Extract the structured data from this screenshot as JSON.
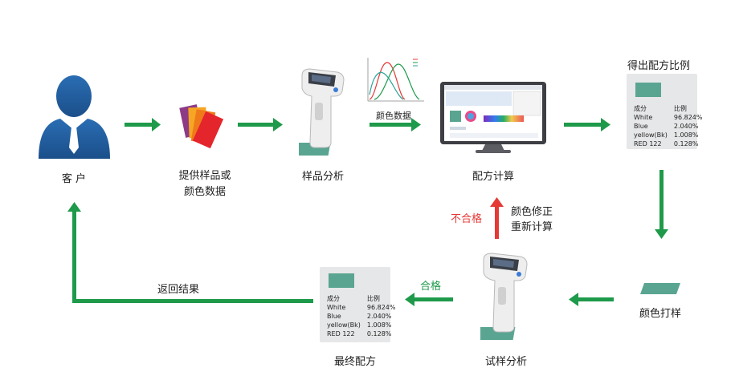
{
  "steps": {
    "customer": "客 户",
    "provide": [
      "提供样品或",
      "颜色数据"
    ],
    "analyze": "样品分析",
    "color_data": "颜色数据",
    "calc": "配方计算",
    "get_ratio": "得出配方比例",
    "proof": "颜色打样",
    "trial": "试样分析",
    "final": "最终配方",
    "return": "返回结果",
    "pass": "合格",
    "fail": "不合格",
    "recalc": [
      "颜色修正",
      "重新计算"
    ]
  },
  "card_top": {
    "header": [
      "成分",
      "比例"
    ],
    "rows": [
      [
        "White",
        "96.824%"
      ],
      [
        "Blue",
        "2.040%"
      ],
      [
        "yellow(Bk)",
        "1.008%"
      ],
      [
        "RED 122",
        "0.128%"
      ]
    ]
  },
  "card_bottom": {
    "header": [
      "成分",
      "比例"
    ],
    "rows": [
      [
        "White",
        "96.824%"
      ],
      [
        "Blue",
        "2.040%"
      ],
      [
        "yellow(Bk)",
        "1.008%"
      ],
      [
        "RED 122",
        "0.128%"
      ]
    ]
  },
  "colors": {
    "arrow_green": "#1e9a4a",
    "arrow_red": "#e53935",
    "swatch": "#5aa592",
    "card_bg": "#e6e7e8"
  }
}
